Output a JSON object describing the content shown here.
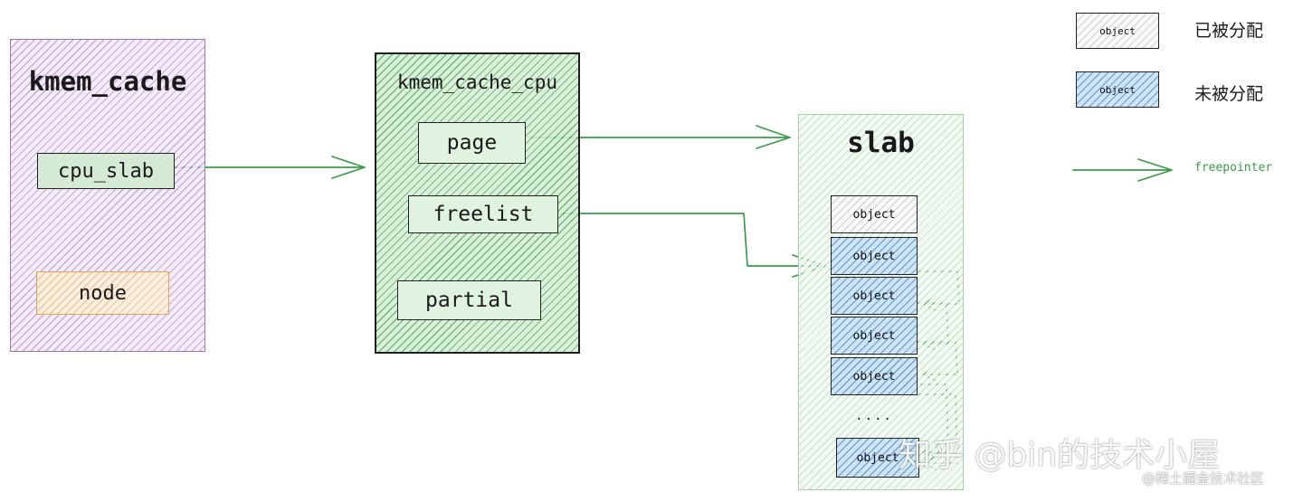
{
  "kmem_cache": {
    "title": "kmem_cache",
    "fields": {
      "cpu_slab": "cpu_slab",
      "node": "node"
    }
  },
  "kmem_cache_cpu": {
    "title": "kmem_cache_cpu",
    "fields": {
      "page": "page",
      "freelist": "freelist",
      "partial": "partial"
    }
  },
  "slab": {
    "title": "slab",
    "objects": [
      "object",
      "object",
      "object",
      "object",
      "object",
      "object"
    ],
    "ellipsis": "....",
    "allocated_flags": [
      true,
      false,
      false,
      false,
      false,
      false
    ]
  },
  "legend": {
    "allocated": {
      "sample": "object",
      "text": "已被分配"
    },
    "unallocated": {
      "sample": "object",
      "text": "未被分配"
    },
    "freepointer": {
      "text": "freepointer"
    }
  },
  "watermark": {
    "main": "知乎 @bin的技术小屋",
    "sub": "@稀土掘金技术社区"
  },
  "colors": {
    "arrow": "#3d9a4a",
    "purple": "#b48fd0",
    "green": "#3e9a4b",
    "blue": "#3c7fc8",
    "orange": "#e8a85c"
  }
}
